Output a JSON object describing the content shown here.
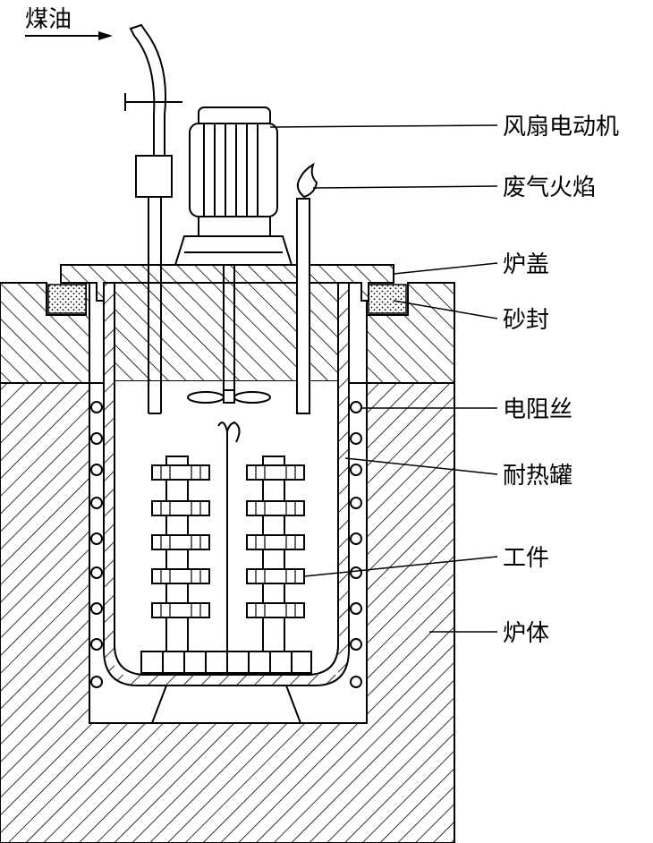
{
  "inlet": {
    "label": "煤油"
  },
  "labels": {
    "fan_motor": "风扇电动机",
    "exhaust_flame": "废气火焰",
    "furnace_lid": "炉盖",
    "sand_seal": "砂封",
    "resistance_wire": "电阻丝",
    "retort": "耐热罐",
    "workpiece": "工件",
    "furnace_body": "炉体"
  },
  "colors": {
    "line": "#000000",
    "background": "#ffffff"
  }
}
